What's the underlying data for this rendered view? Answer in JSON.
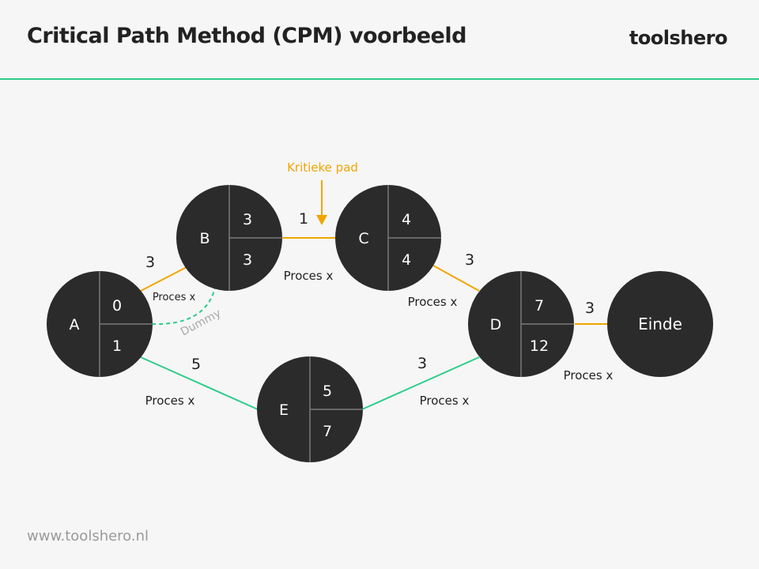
{
  "header": {
    "title": "Critical Path Method (CPM) voorbeeld",
    "brand": "toolshero"
  },
  "footer": {
    "url": "www.toolshero.nl"
  },
  "colors": {
    "critical": "#f0a500",
    "noncritical": "#2ecc8a",
    "node": "#2b2b2b"
  },
  "diagram": {
    "nodes": {
      "A": {
        "label": "A",
        "top": "0",
        "bottom": "1"
      },
      "B": {
        "label": "B",
        "top": "3",
        "bottom": "3"
      },
      "C": {
        "label": "C",
        "top": "4",
        "bottom": "4"
      },
      "D": {
        "label": "D",
        "top": "7",
        "bottom": "12"
      },
      "E": {
        "label": "E",
        "top": "5",
        "bottom": "7"
      },
      "end": {
        "label": "Einde"
      }
    },
    "edges": {
      "a_b": {
        "duration": "3",
        "label": "Proces x"
      },
      "b_c": {
        "duration": "1",
        "label": "Proces x"
      },
      "c_d": {
        "duration": "3",
        "label": "Proces x"
      },
      "d_end": {
        "duration": "3",
        "label": "Proces x"
      },
      "a_e": {
        "duration": "5",
        "label": "Proces x"
      },
      "e_d": {
        "duration": "3",
        "label": "Proces x"
      },
      "dummy": {
        "label": "Dummy"
      }
    },
    "critical_path_label": "Kritieke pad"
  }
}
